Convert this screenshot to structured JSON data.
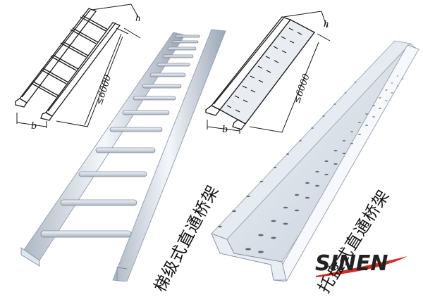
{
  "diagram_left": {
    "dim_width": "b",
    "dim_height": "h",
    "dim_length": "≤6000"
  },
  "diagram_right": {
    "dim_width": "b",
    "dim_height": "h",
    "dim_length": "≤6000"
  },
  "labels": {
    "ladder": "梯级式直通桥架",
    "tray": "托盘式直通桥架"
  },
  "logo": {
    "text": "SINEN",
    "accent_color": "#d52a24"
  },
  "colors": {
    "metal_light": "#eef2f7",
    "metal_mid": "#c9d2dd",
    "metal_dark": "#8e99a8",
    "line": "#1a1a1a"
  }
}
